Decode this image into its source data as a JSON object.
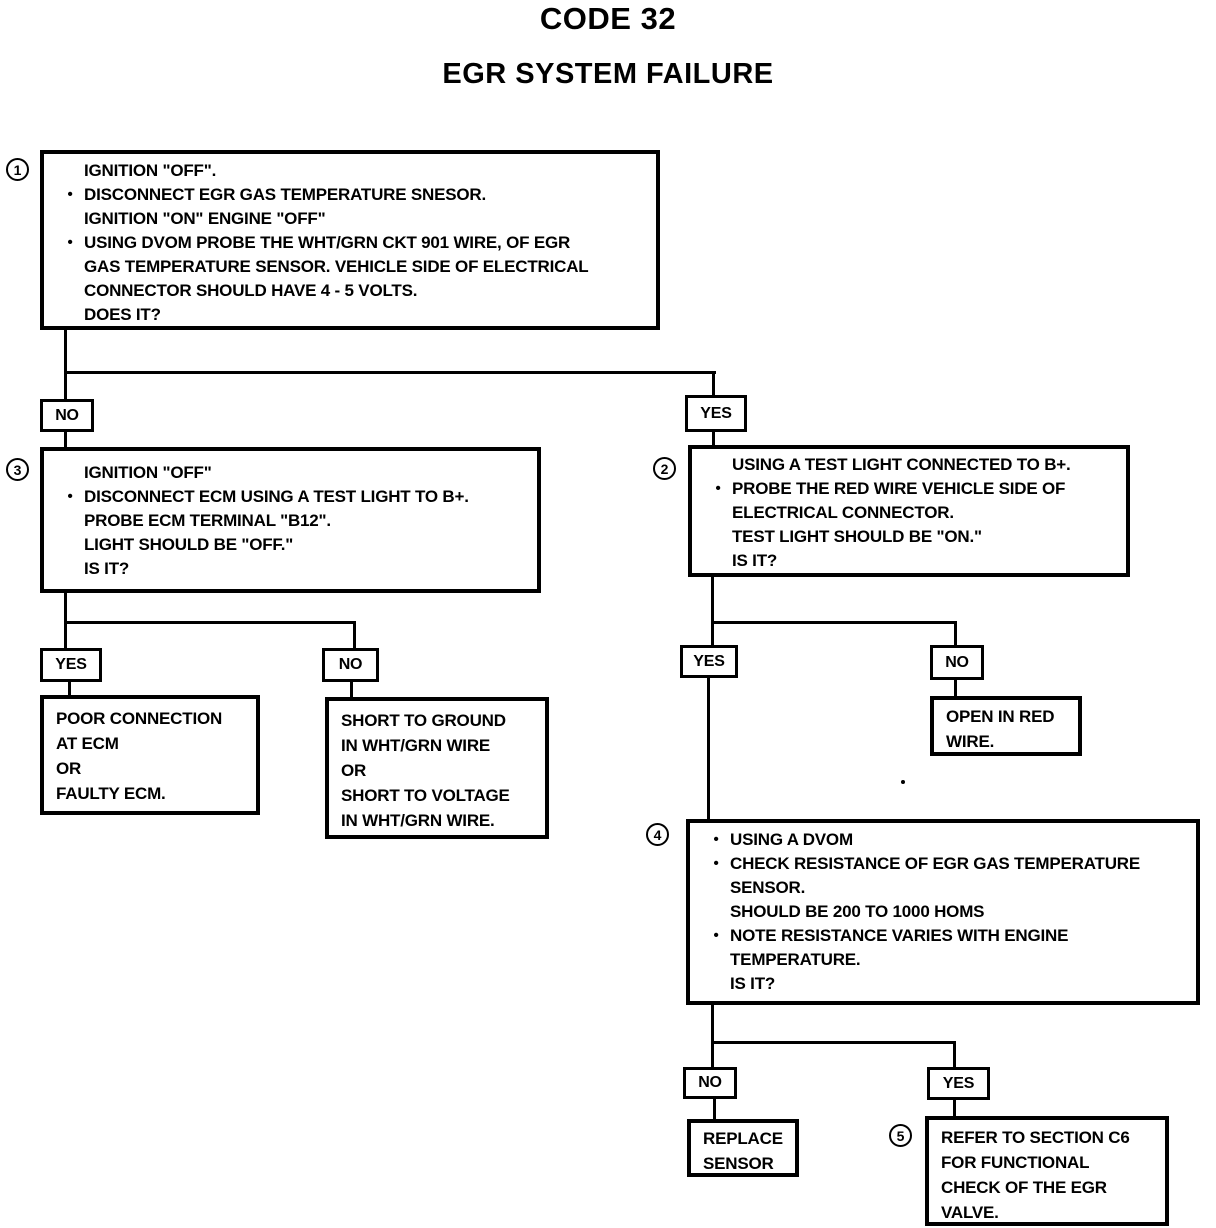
{
  "colors": {
    "ink": "#000000",
    "paper": "#ffffff"
  },
  "title": "CODE 32",
  "subtitle": "EGR SYSTEM FAILURE",
  "labels": {
    "yes": "YES",
    "no": "NO"
  },
  "steps": {
    "s1": {
      "num": "1",
      "lines": [
        {
          "b": "",
          "t": "IGNITION \"OFF\"."
        },
        {
          "b": "•",
          "t": "DISCONNECT EGR GAS TEMPERATURE SNESOR."
        },
        {
          "b": "",
          "t": "IGNITION \"ON\" ENGINE \"OFF\""
        },
        {
          "b": "•",
          "t": "USING DVOM PROBE THE WHT/GRN CKT 901 WIRE, OF EGR"
        },
        {
          "b": "",
          "t": "GAS TEMPERATURE SENSOR. VEHICLE SIDE OF ELECTRICAL"
        },
        {
          "b": "",
          "t": "CONNECTOR SHOULD HAVE 4 - 5 VOLTS."
        },
        {
          "b": "",
          "t": "DOES IT?"
        }
      ]
    },
    "s2": {
      "num": "2",
      "lines": [
        {
          "b": "",
          "t": "USING A TEST LIGHT CONNECTED TO B+."
        },
        {
          "b": "•",
          "t": "PROBE THE RED WIRE VEHICLE SIDE OF"
        },
        {
          "b": "",
          "t": "ELECTRICAL CONNECTOR."
        },
        {
          "b": "",
          "t": "TEST LIGHT SHOULD BE \"ON.\""
        },
        {
          "b": "",
          "t": "IS IT?"
        }
      ]
    },
    "s3": {
      "num": "3",
      "lines": [
        {
          "b": "",
          "t": "IGNITION \"OFF\""
        },
        {
          "b": "•",
          "t": "DISCONNECT ECM USING A TEST LIGHT TO B+."
        },
        {
          "b": "",
          "t": "PROBE ECM TERMINAL \"B12\"."
        },
        {
          "b": "",
          "t": "LIGHT SHOULD BE \"OFF.\""
        },
        {
          "b": "",
          "t": "IS IT?"
        }
      ]
    },
    "s4": {
      "num": "4",
      "lines": [
        {
          "b": "•",
          "t": "USING A DVOM"
        },
        {
          "b": "•",
          "t": "CHECK RESISTANCE OF EGR GAS TEMPERATURE"
        },
        {
          "b": "",
          "t": "SENSOR."
        },
        {
          "b": "",
          "t": "SHOULD BE 200 TO 1000 HOMS"
        },
        {
          "b": "•",
          "t": "NOTE RESISTANCE VARIES WITH ENGINE"
        },
        {
          "b": "",
          "t": "TEMPERATURE."
        },
        {
          "b": "",
          "t": "IS IT?"
        }
      ]
    },
    "s5": {
      "num": "5"
    }
  },
  "outcomes": {
    "poor_ecm": [
      "POOR CONNECTION",
      "AT ECM",
      "OR",
      "FAULTY ECM."
    ],
    "short_wire": [
      "SHORT TO GROUND",
      "IN WHT/GRN WIRE",
      "OR",
      "SHORT TO VOLTAGE",
      "IN WHT/GRN WIRE."
    ],
    "open_red": [
      "OPEN IN RED",
      "WIRE."
    ],
    "replace_sensor": [
      "REPLACE",
      "SENSOR"
    ],
    "refer_c6": [
      "REFER TO SECTION C6",
      "FOR FUNCTIONAL",
      "CHECK OF THE EGR",
      "VALVE."
    ]
  }
}
